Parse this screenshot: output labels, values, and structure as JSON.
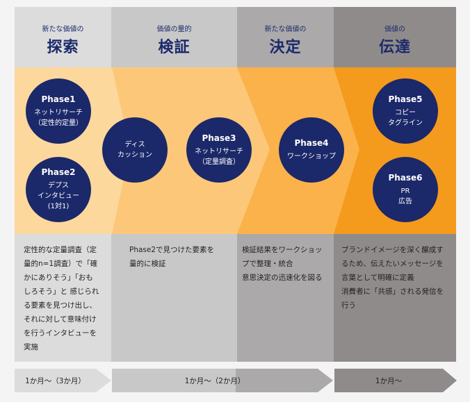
{
  "columns": [
    {
      "subtitle": "新たな価値の",
      "title": "探索",
      "description": [
        "定性的な定量調査（定",
        "量的n=1調査）で「確",
        "かにありそう」「おも",
        "しろそう」と 感じられ",
        "る要素を見つけ出し、",
        "それに対して意味付け",
        "を行うインタビューを",
        "実施"
      ]
    },
    {
      "subtitle": "価値の量的",
      "title": "検証",
      "description": [
        "Phase2で見つけた要素を",
        "量的に検証"
      ]
    },
    {
      "subtitle": "新たな価値の",
      "title": "決定",
      "description": [
        "検証結果をワークショッ",
        "プで整理・統合",
        "意思決定の迅速化を図る"
      ]
    },
    {
      "subtitle": "価値の",
      "title": "伝達",
      "description": [
        "ブランドイメージを深く醸成す",
        "るため、伝えたいメッセージを",
        "言葉として明確に定義",
        "消費者に「共感」される発信を",
        "行う"
      ]
    }
  ],
  "phases": [
    {
      "label": "Phase1",
      "lines": [
        "ネットリサーチ",
        "（定性的定量）"
      ]
    },
    {
      "label": "Phase2",
      "lines": [
        "デプス",
        "インタビュー",
        "(1対1)"
      ]
    },
    {
      "label": "",
      "lines": [
        "ディス",
        "カッション"
      ]
    },
    {
      "label": "Phase3",
      "lines": [
        "ネットリサーチ",
        "（定量調査）"
      ]
    },
    {
      "label": "Phase4",
      "lines": [
        "ワークショップ"
      ]
    },
    {
      "label": "Phase5",
      "lines": [
        "コピー",
        "タグライン"
      ]
    },
    {
      "label": "Phase6",
      "lines": [
        "PR",
        "広告"
      ]
    }
  ],
  "durations": [
    "1か月～（3か月）",
    "1か月～（2か月）",
    "1か月～"
  ],
  "colors": {
    "navy": "#1b2869",
    "orange": [
      "#fdd89d",
      "#fdc77a",
      "#fbb24a",
      "#f49a1c"
    ],
    "gray": [
      "#dcdcdc",
      "#c8c8c8",
      "#aba9a9",
      "#8f8b8a"
    ]
  }
}
